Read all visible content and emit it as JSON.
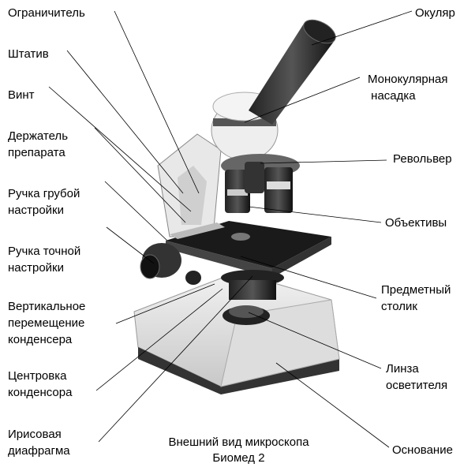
{
  "labels_left": [
    {
      "lines": [
        "Ограничитель"
      ]
    },
    {
      "lines": [
        "Штатив"
      ]
    },
    {
      "lines": [
        "Винт"
      ]
    },
    {
      "lines": [
        "Держатель",
        "препарата"
      ]
    },
    {
      "lines": [
        "Ручка грубой",
        "настройки"
      ]
    },
    {
      "lines": [
        "Ручка точной",
        "настройки"
      ]
    },
    {
      "lines": [
        "Вертикальное",
        "перемещение",
        "конденсера"
      ]
    },
    {
      "lines": [
        "Центровка",
        "конденсора"
      ]
    },
    {
      "lines": [
        "Ирисовая",
        "диафрагма"
      ]
    }
  ],
  "labels_right": [
    {
      "lines": [
        "Окуляр"
      ]
    },
    {
      "lines": [
        "Монокулярная",
        "насадка"
      ]
    },
    {
      "lines": [
        "Револьвер"
      ]
    },
    {
      "lines": [
        "Объективы"
      ]
    },
    {
      "lines": [
        "Предметный",
        "столик"
      ]
    },
    {
      "lines": [
        "Линза",
        "осветителя"
      ]
    },
    {
      "lines": [
        "Основание"
      ]
    }
  ],
  "caption": {
    "line1": "Внешний вид микроскопа",
    "line2": "Биомед 2"
  }
}
